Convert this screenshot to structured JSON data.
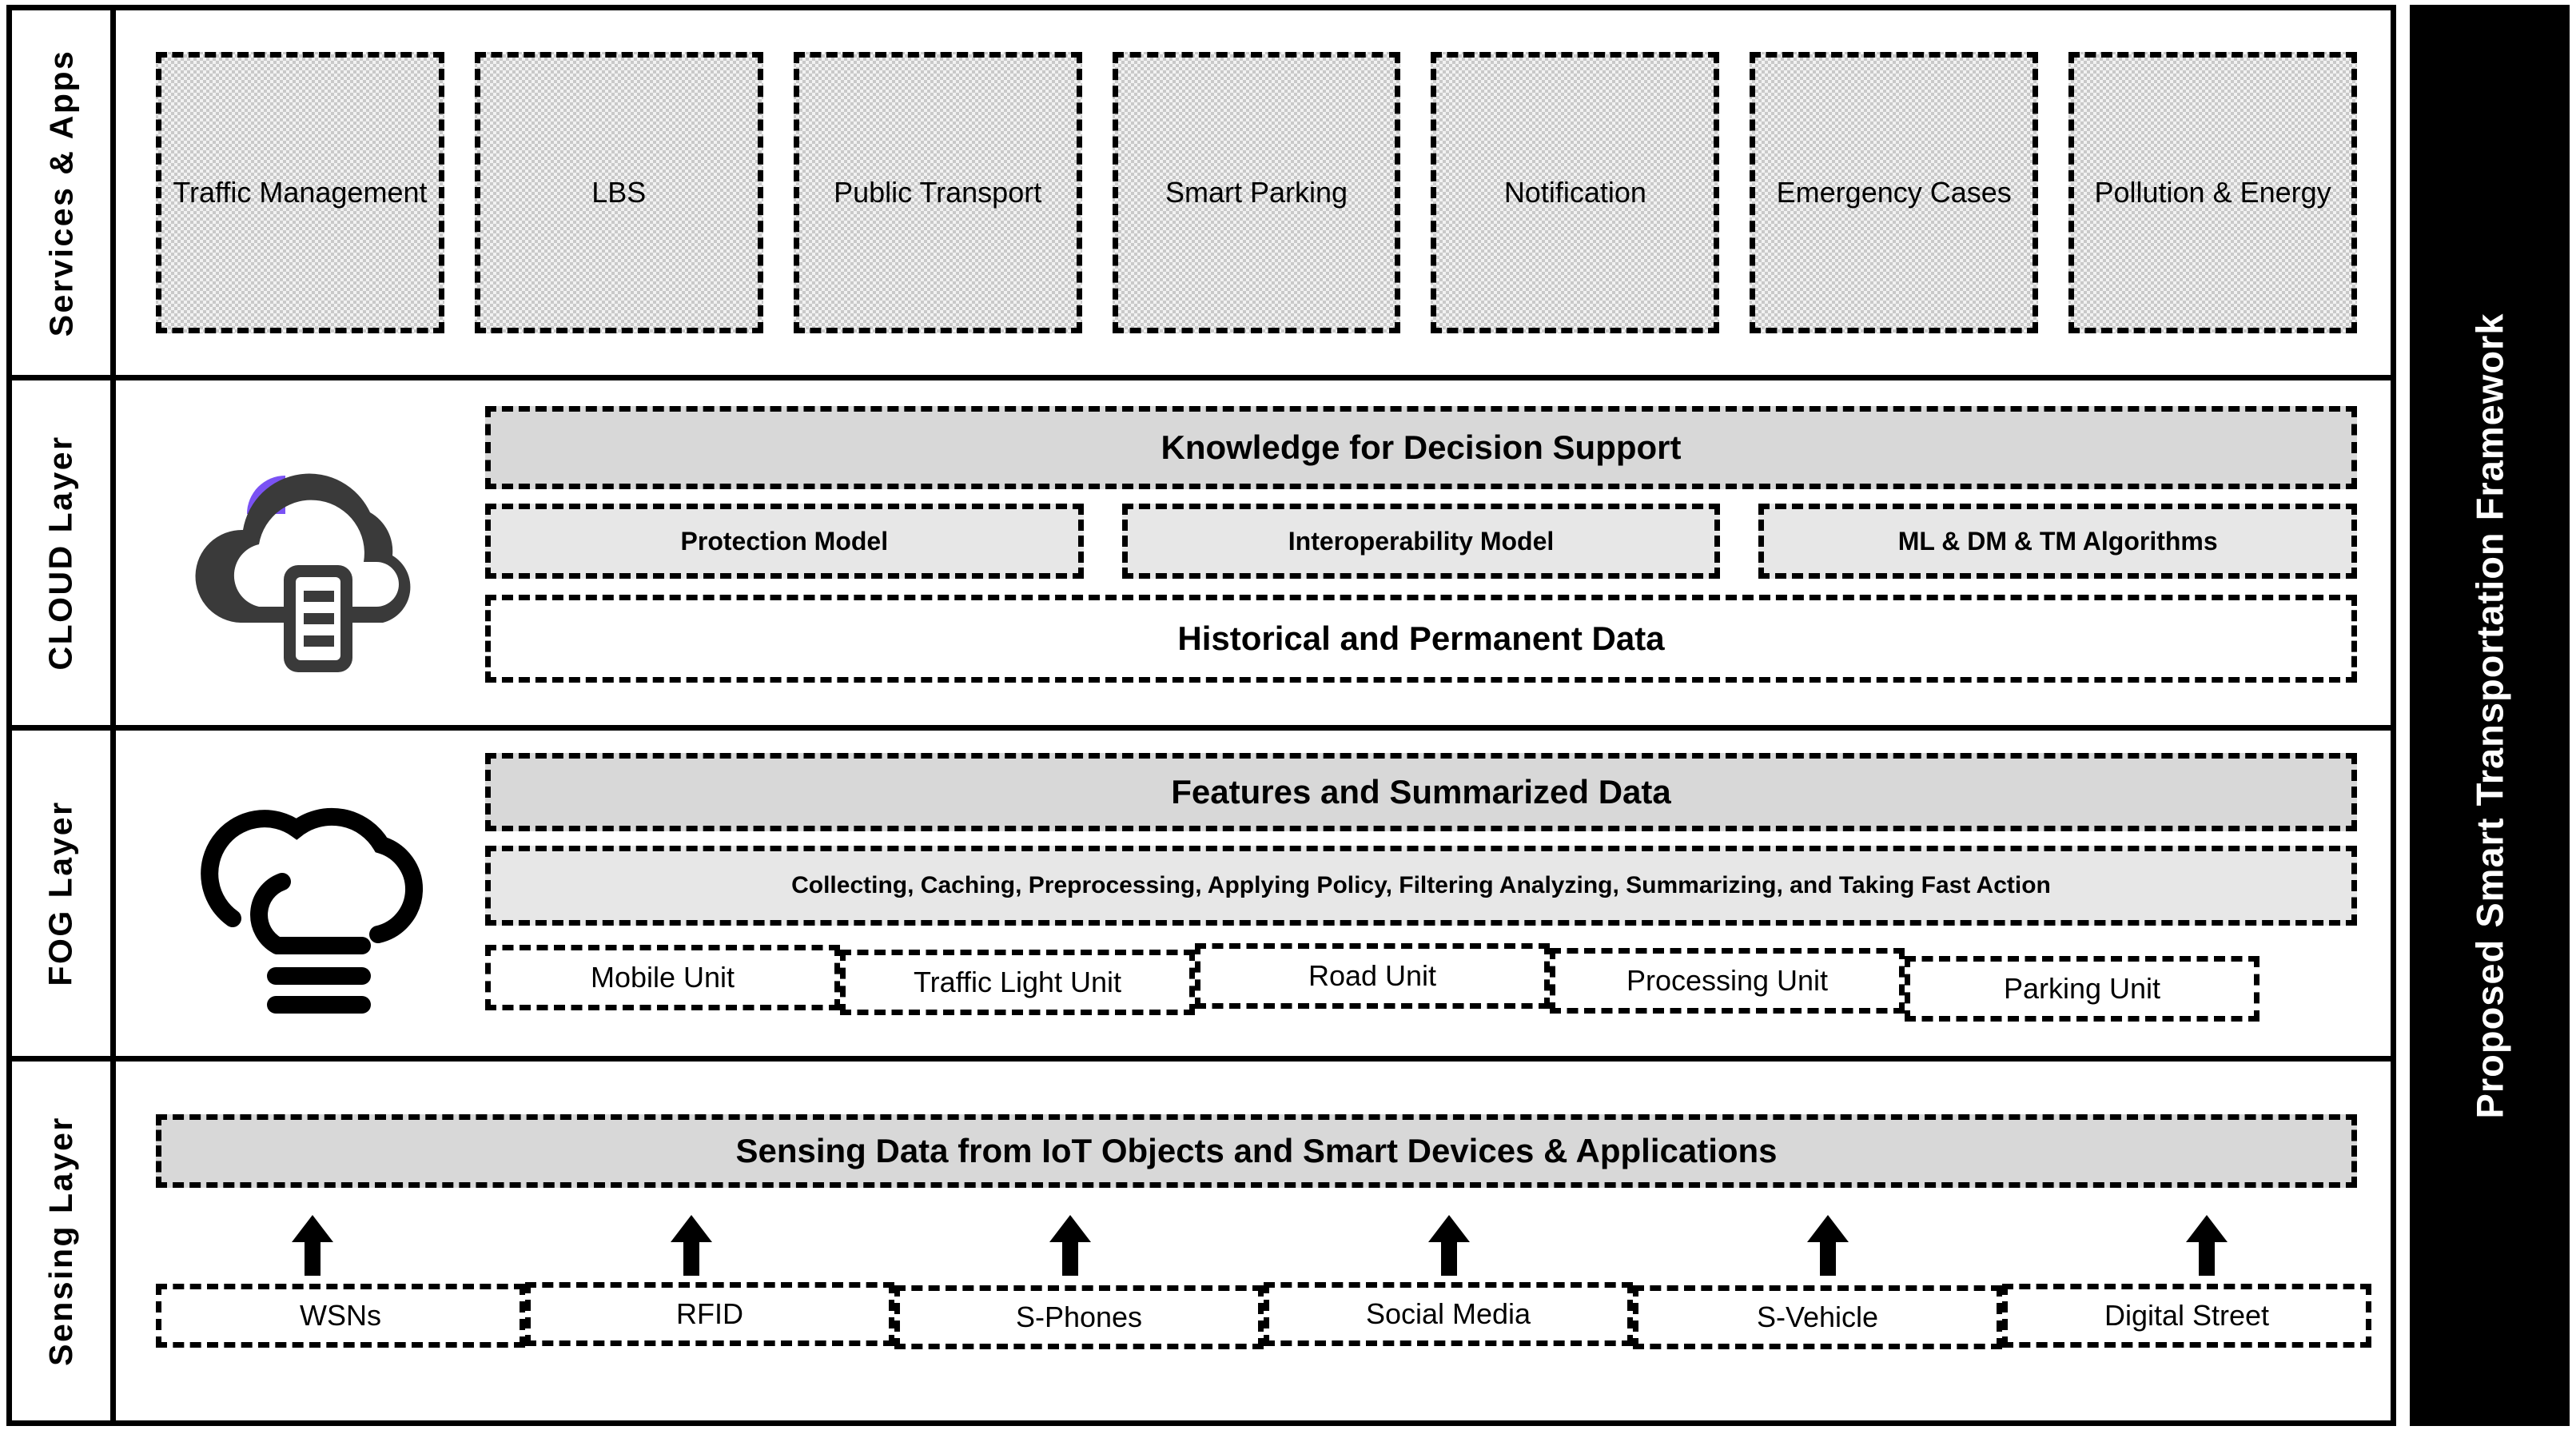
{
  "title_bar": {
    "text": "Proposed Smart Transportation Framework"
  },
  "colors": {
    "accent_purple": "#7a52f4",
    "icon_dark": "#3a3a3a",
    "fill_dark_gray": "#d8d8d8",
    "fill_light_gray": "#e7e7e7",
    "hatch_gray": "#c9c9c9",
    "border_black": "#000000",
    "title_bar_bg": "#000000",
    "title_bar_text": "#ffffff"
  },
  "layers": [
    {
      "id": "services",
      "label": "Services & Apps",
      "boxes": [
        {
          "label": "Traffic Management"
        },
        {
          "label": "LBS"
        },
        {
          "label": "Public Transport"
        },
        {
          "label": "Smart Parking"
        },
        {
          "label": "Notification"
        },
        {
          "label": "Emergency Cases"
        },
        {
          "label": "Pollution & Energy"
        }
      ]
    },
    {
      "id": "cloud",
      "label": "CLOUD Layer",
      "icon": "cloud-document-icon",
      "knowledge": "Knowledge for Decision Support",
      "models": [
        {
          "label": "Protection Model"
        },
        {
          "label": "Interoperability Model"
        },
        {
          "label": "ML & DM & TM Algorithms"
        }
      ],
      "historical": "Historical and Permanent Data"
    },
    {
      "id": "fog",
      "label": "FOG Layer",
      "icon": "fog-cloud-icon",
      "features": "Features and Summarized Data",
      "operations": "Collecting, Caching, Preprocessing, Applying Policy, Filtering Analyzing, Summarizing, and Taking Fast Action",
      "units": [
        {
          "label": "Mobile Unit"
        },
        {
          "label": "Traffic Light Unit"
        },
        {
          "label": "Road Unit"
        },
        {
          "label": "Processing Unit"
        },
        {
          "label": "Parking Unit"
        }
      ]
    },
    {
      "id": "sensing",
      "label": "Sensing Layer",
      "sensing_data": "Sensing Data from IoT Objects and Smart Devices & Applications",
      "devices": [
        {
          "label": "WSNs"
        },
        {
          "label": "RFID"
        },
        {
          "label": "S-Phones"
        },
        {
          "label": "Social Media"
        },
        {
          "label": "S-Vehicle"
        },
        {
          "label": "Digital Street"
        }
      ],
      "arrows_count": 6,
      "arrow_direction": "up"
    }
  ]
}
